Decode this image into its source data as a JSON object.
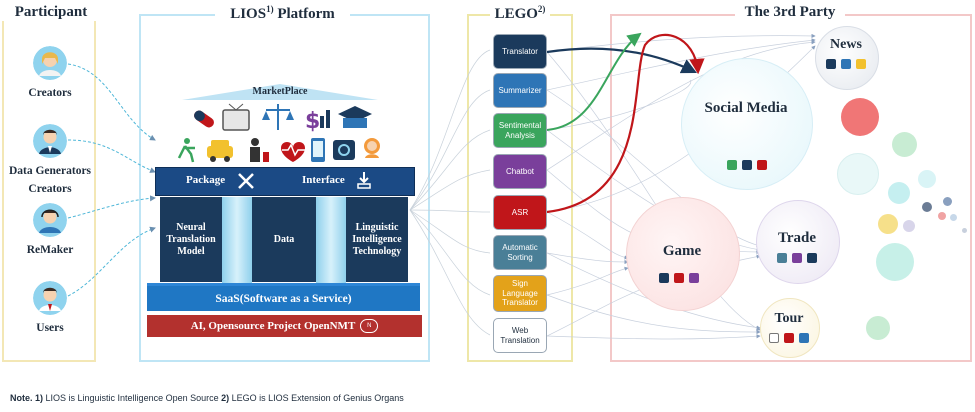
{
  "headers": {
    "participant": "Participant",
    "lios": "LIOS",
    "lios_sup": "1)",
    "lios_suffix": " Platform",
    "lego": "LEGO",
    "lego_sup": "2)",
    "third_party": "The 3rd Party"
  },
  "participants": [
    {
      "label": "Creators",
      "icon": "woman-avatar-icon"
    },
    {
      "label": "Data Generators",
      "icon": "man-suit-avatar-icon"
    },
    {
      "label": "Creators",
      "icon": ""
    },
    {
      "label": "ReMaker",
      "icon": "man-headset-avatar-icon"
    },
    {
      "label": "Users",
      "icon": "man-avatar-icon"
    }
  ],
  "platform": {
    "marketplace": "MarketPlace",
    "package": "Package",
    "interface": "Interface",
    "columns": [
      "Neural\nTranslation\nModel",
      "Data",
      "Linguistic\nIntelligence\nTechnology"
    ],
    "saas": "SaaS(Software as a Service)",
    "ai_bar": "AI, Opensource Project OpenNMT",
    "icons_row1": [
      "medicine-icon",
      "tv-icon",
      "scales-icon",
      "finance-icon",
      "education-icon"
    ],
    "icons_row2": [
      "sports-icon",
      "taxi-icon",
      "business-icon",
      "health-icon",
      "mobile-icon",
      "web-icon",
      "support-icon"
    ]
  },
  "lego_modules": [
    {
      "label": "Translator",
      "color": "#1b3a5c"
    },
    {
      "label": "Summarizer",
      "color": "#2e75b6"
    },
    {
      "label": "Sentimental\nAnalysis",
      "color": "#3aa55d"
    },
    {
      "label": "Chatbot",
      "color": "#7a3f9b"
    },
    {
      "label": "ASR",
      "color": "#c0161a"
    },
    {
      "label": "Automatic\nSorting",
      "color": "#4a7f97"
    },
    {
      "label": "Sign\nLanguage\nTranslator",
      "color": "#e3a21a"
    },
    {
      "label": "Web\nTranslation",
      "color": "#ffffff"
    }
  ],
  "third_party": {
    "news": "News",
    "social_media": "Social Media",
    "game": "Game",
    "trade": "Trade",
    "tour": "Tour"
  },
  "note": {
    "prefix": "Note. 1)",
    "text1": " LIOS is Linguistic Intelligence Open Source ",
    "num2": "2)",
    "text2": " LEGO is LIOS Extension of Genius Organs"
  },
  "colors": {
    "participant_border": "#f3e7b5",
    "platform_border": "#bfe5f5",
    "lego_border": "#eee7a8",
    "third_border": "#f3c8c8",
    "navy": "#1b3a5c",
    "red": "#c0161a",
    "green": "#3aa55d"
  }
}
